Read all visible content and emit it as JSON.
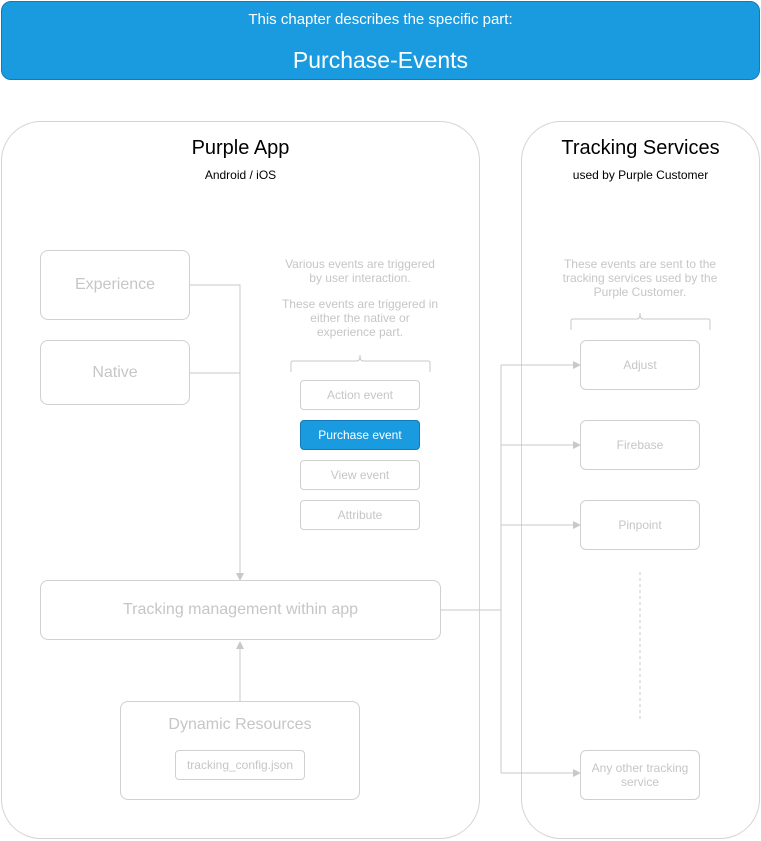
{
  "banner": {
    "subtitle": "This chapter describes the specific part:",
    "title": "Purchase-Events"
  },
  "app": {
    "title": "Purple App",
    "subtitle": "Android / iOS",
    "experience": "Experience",
    "native": "Native",
    "note_line1": "Various events are triggered",
    "note_line2": "by user interaction.",
    "note_line3": "These events are triggered in",
    "note_line4": "either the native or",
    "note_line5": "experience part.",
    "events": [
      {
        "label": "Action event",
        "active": false
      },
      {
        "label": "Purchase event",
        "active": true
      },
      {
        "label": "View event",
        "active": false
      },
      {
        "label": "Attribute",
        "active": false
      }
    ],
    "tracking_management": "Tracking management within app",
    "dynamic_resources": "Dynamic Resources",
    "config_file": "tracking_config.json"
  },
  "services": {
    "title": "Tracking Services",
    "subtitle": "used by Purple Customer",
    "note_line1": "These events are sent to the",
    "note_line2": "tracking services used by the",
    "note_line3": "Purple Customer.",
    "items": [
      "Adjust",
      "Firebase",
      "Pinpoint"
    ],
    "other_line1": "Any other tracking",
    "other_line2": "service"
  },
  "colors": {
    "accent": "#1a9be0",
    "box_border": "#d0d0d0",
    "muted_text": "#c6c6c6"
  }
}
